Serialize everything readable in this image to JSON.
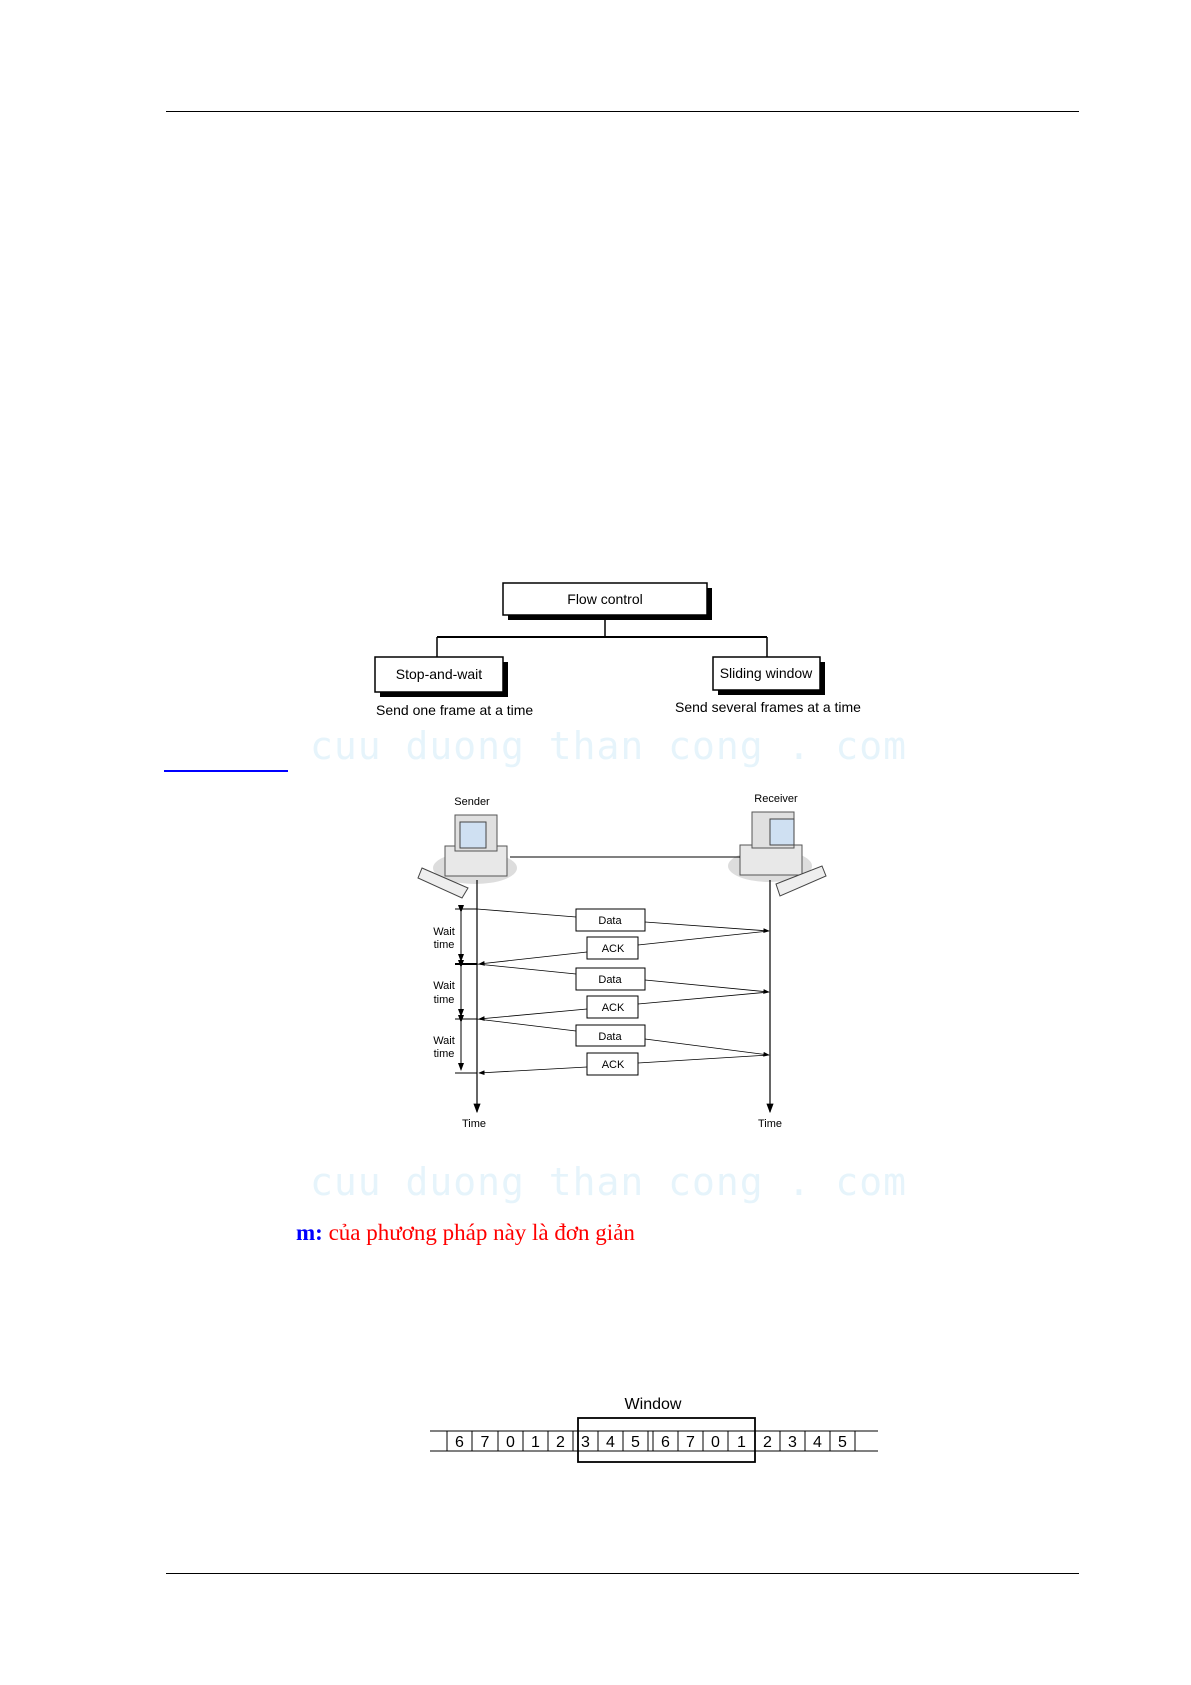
{
  "watermarks": [
    "cuu duong than cong . com",
    "cuu duong than cong . com"
  ],
  "flow_diagram": {
    "root": "Flow control",
    "left": {
      "label": "Stop-and-wait",
      "caption": "Send one frame at a time"
    },
    "right": {
      "label": "Sliding window",
      "caption": "Send several frames at a time"
    }
  },
  "sequence_diagram": {
    "sender": "Sender",
    "receiver": "Receiver",
    "wait_label_1": "Wait",
    "wait_label_2": "time",
    "data": "Data",
    "ack": "ACK",
    "time": "Time"
  },
  "paragraph": {
    "prefix": "m:",
    "text": "của phương pháp này là đơn giản"
  },
  "window_diagram": {
    "label": "Window",
    "cells": [
      "6",
      "7",
      "0",
      "1",
      "2",
      "3",
      "4",
      "5",
      "6",
      "7",
      "0",
      "1",
      "2",
      "3",
      "4",
      "5"
    ]
  }
}
